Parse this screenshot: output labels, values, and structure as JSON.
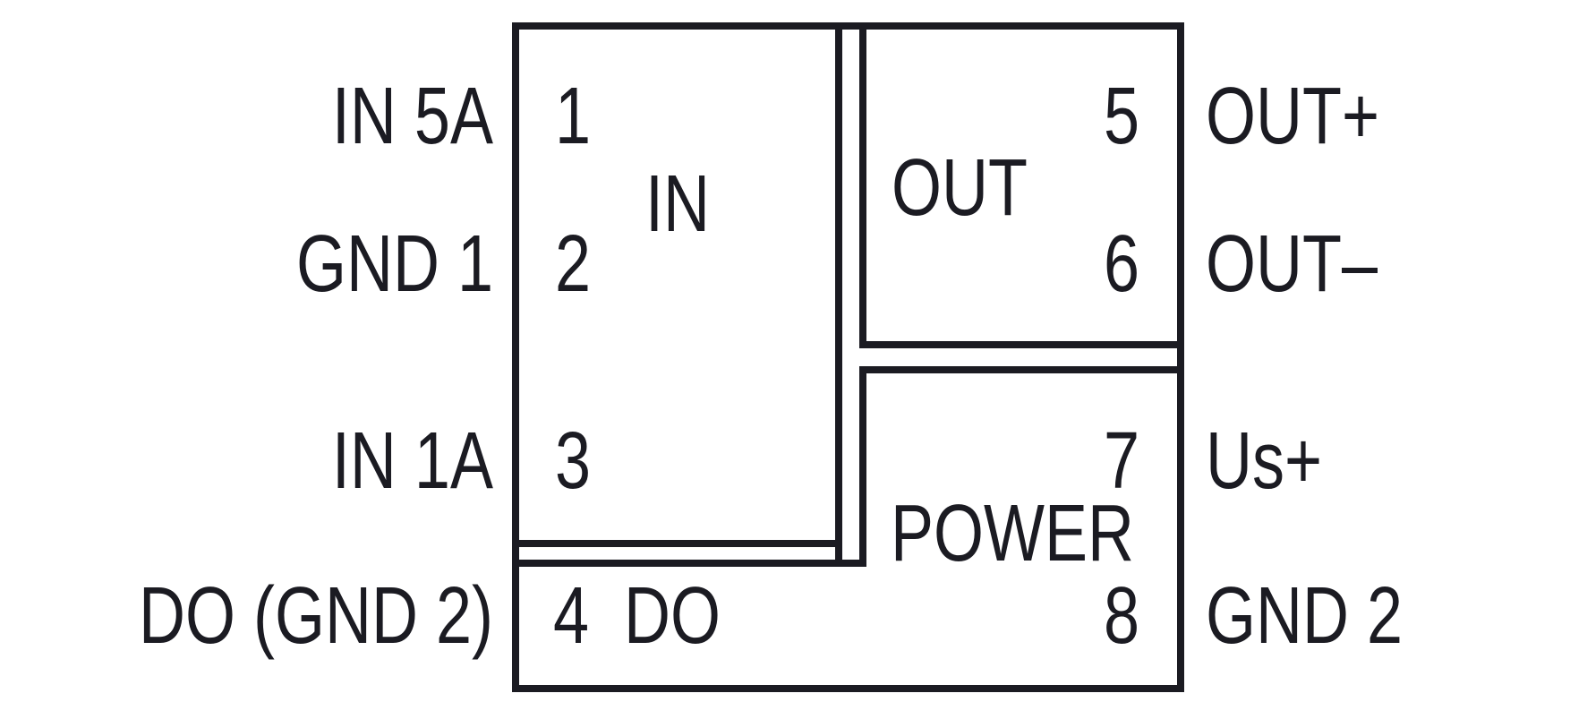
{
  "diagram": {
    "blocks": {
      "in": {
        "label": "IN"
      },
      "out": {
        "label": "OUT"
      },
      "power": {
        "label": "POWER"
      },
      "do": {
        "label": "DO"
      }
    },
    "left_pins": [
      {
        "number": "1",
        "label": "IN 5A"
      },
      {
        "number": "2",
        "label": "GND 1"
      },
      {
        "number": "3",
        "label": "IN 1A"
      },
      {
        "number": "4",
        "label": "DO (GND 2)"
      }
    ],
    "right_pins": [
      {
        "number": "5",
        "label": "OUT+"
      },
      {
        "number": "6",
        "label": "OUT–"
      },
      {
        "number": "7",
        "label": "Us+"
      },
      {
        "number": "8",
        "label": "GND 2"
      }
    ],
    "colors": {
      "line": "#1b1b22",
      "background": "#ffffff"
    }
  }
}
